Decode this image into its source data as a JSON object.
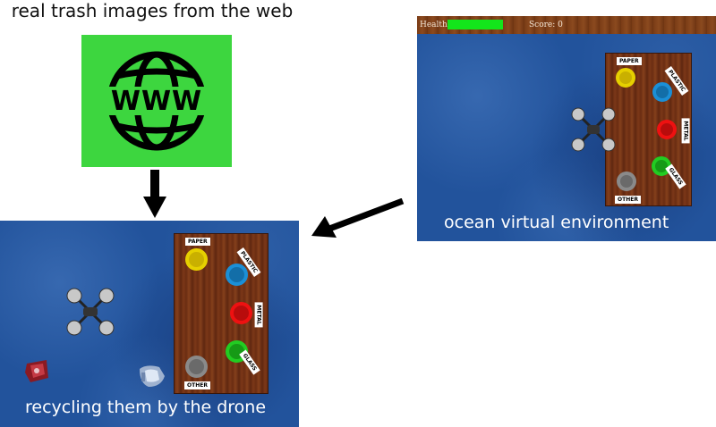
{
  "top_caption": "real trash images from the web",
  "web_icon_text": "WWW",
  "hud": {
    "health_label": "Health:",
    "health_fraction": 1.0,
    "score_label": "Score: 0"
  },
  "bins": {
    "paper": "PAPER",
    "plastic": "PLASTIC",
    "metal": "METAL",
    "glass": "GLASS",
    "other": "OTHER"
  },
  "ocean_caption": "ocean virtual environment",
  "recycle_caption": "recycling them by the drone",
  "colors": {
    "web_bg": "#3dd63f",
    "ocean": "#22539c",
    "health_bar": "#13e61b",
    "paper_bin": "#e6d000",
    "plastic_bin": "#1b8fd6",
    "metal_bin": "#ee1111",
    "glass_bin": "#22cc22",
    "other_bin": "#8a8a8a"
  }
}
